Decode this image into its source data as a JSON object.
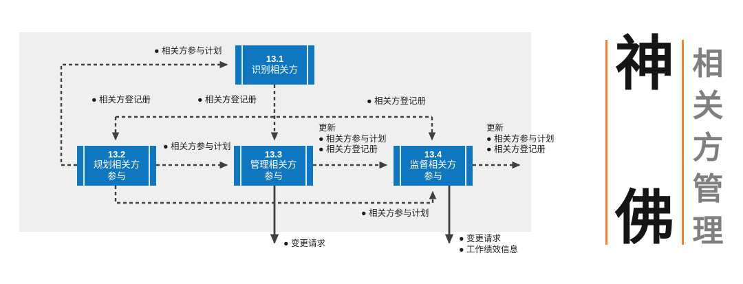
{
  "colors": {
    "panel_bg": "#EFEFEF",
    "process_blue": "#0F76C0",
    "flow_line": "#3F3F3F",
    "label_text": "#1C1C1C",
    "accent_orange": "#F7802B",
    "side_title_gray": "#7F7F7F",
    "brand_black": "#151515"
  },
  "diagram": {
    "processes": [
      {
        "code": "13.1",
        "name": "识别相关方"
      },
      {
        "code": "13.2",
        "name": "规划相关方\n参与"
      },
      {
        "code": "13.3",
        "name": "管理相关方\n参与"
      },
      {
        "code": "13.4",
        "name": "监督相关方\n参与"
      }
    ],
    "labels": {
      "plan_to_131": "● 相关方参与计划",
      "register_to_132": "● 相关方登记册",
      "register_to_133": "● 相关方登记册",
      "register_to_134": "● 相关方登记册",
      "plan_132_to_133": "● 相关方参与计划",
      "update_mid_title": "更新",
      "update_mid_item1": "● 相关方参与计划",
      "update_mid_item2": "● 相关方登记册",
      "update_out_title": "更新",
      "update_out_item1": "● 相关方参与计划",
      "update_out_item2": "● 相关方登记册",
      "plan_132_to_134": "● 相关方参与计划",
      "output_133": "● 变更请求",
      "output_134_item1": "● 变更请求",
      "output_134_item2": "● 工作绩效信息"
    }
  },
  "sidebar": {
    "brand_top": "神",
    "brand_bottom": "佛",
    "title_chars": [
      "相",
      "关",
      "方",
      "管",
      "理"
    ]
  }
}
